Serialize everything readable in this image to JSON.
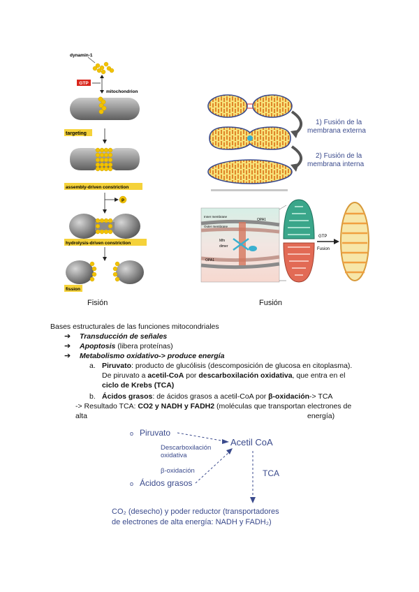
{
  "fission_figure": {
    "label_dynamin": "dynamin-1",
    "label_gtp": "GTP",
    "label_mitochondrion": "mitochondrion",
    "label_targeting": "targeting",
    "label_assembly": "assembly-driven constriction",
    "label_pi": "P",
    "label_hydrolysis": "hydrolysis-driven constriction",
    "label_fission": "fission"
  },
  "fusion_figure": {
    "step1": [
      "1) Fusión de la",
      "membrana externa"
    ],
    "step2": [
      "2) Fusión de la",
      "membrana interna"
    ],
    "label_gtp": "GTP",
    "label_fusion": "Fusion",
    "label_opa1_top": "OPA1",
    "label_mfn": "Mfn",
    "label_dimer": "dimer",
    "label_opa1_bottom": "OPA1",
    "label_inner_membrane": "Inner membrane",
    "label_outer_membrane": "Outer membrane"
  },
  "captions": {
    "fision": "Fisión",
    "fusion": "Fusión"
  },
  "text": {
    "heading": "Bases estructurales de las funciones mitocondriales",
    "item1": "Transducción de señales",
    "item2_bold": "Apoptosis",
    "item2_rest": " (libera proteínas)",
    "item3": "Metabolismo oxidativo-> produce energía",
    "a_mark": "a.",
    "a_bold1": "Piruvato",
    "a_text1": ": producto de glucólisis (descomposición de glucosa en citoplasma).",
    "a_text2": "De piruvato a ",
    "a_bold2": "acetil-CoA",
    "a_text3": " por ",
    "a_bold3": "descarboxilación oxidativa",
    "a_text4": ", que entra en el",
    "a_bold4": "ciclo de Krebs (TCA)",
    "b_mark": "b.",
    "b_bold1": "Ácidos grasos",
    "b_text1": ": de ácidos grasos a acetil-CoA por ",
    "b_bold2": "β-oxidación",
    "b_text2": "-> TCA",
    "result_prefix": "-> Resultado TCA: ",
    "result_bold": "CO2 y NADH y FADH2",
    "result_rest": " (moléculas que transportan electrones de",
    "result_alta": "alta",
    "result_energia": "energía)"
  },
  "diagram": {
    "piruvato": "Piruvato",
    "acidos": "Ácidos grasos",
    "acetil": "Acetil CoA",
    "descarb1": "Descarboxilación",
    "descarb2": "oxidativa",
    "beta": "β-oxidación",
    "tca": "TCA",
    "bullet": "o",
    "result_line1": "CO₂  (desecho)  y  poder  reductor  (transportadores",
    "result_line2": "de electrones de alta energía: NADH y FADH₂)"
  },
  "colors": {
    "gtp_red": "#d9261c",
    "dynamin_yellow": "#f2c200",
    "mito_gray": "#8a8a8a",
    "label_bg": "#f5d23a",
    "diagram_blue": "#3a4a8c",
    "fusion_orange": "#e8892c",
    "teal": "#3aa68a",
    "coral": "#e26a55"
  }
}
